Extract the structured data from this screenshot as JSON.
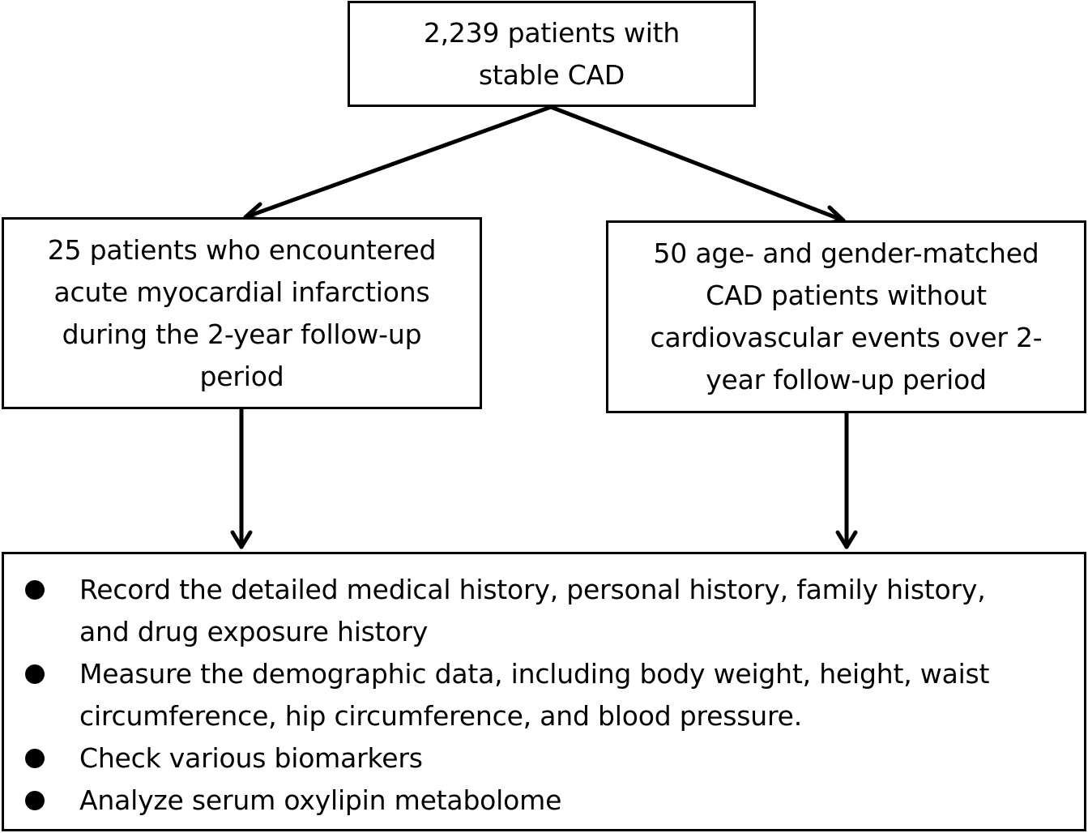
{
  "top_box": {
    "lines": [
      "2,239 patients with",
      "stable CAD"
    ]
  },
  "left_box": {
    "lines": [
      "25 patients who encountered",
      "acute myocardial infarctions",
      "during the 2-year follow-up",
      "period"
    ]
  },
  "right_box": {
    "lines": [
      "50 age- and gender-matched",
      "CAD patients without",
      "cardiovascular events over 2-",
      "year follow-up period"
    ]
  },
  "bottom_box": {
    "items": [
      {
        "lines": [
          "Record the detailed medical history, personal history, family history,",
          "and drug exposure history"
        ]
      },
      {
        "lines": [
          "Measure the demographic data, including body weight, height, waist",
          "circumference, hip circumference, and blood pressure."
        ]
      },
      {
        "lines": [
          "Check various biomarkers"
        ]
      },
      {
        "lines": [
          "Analyze serum oxylipin metabolome"
        ]
      }
    ]
  }
}
